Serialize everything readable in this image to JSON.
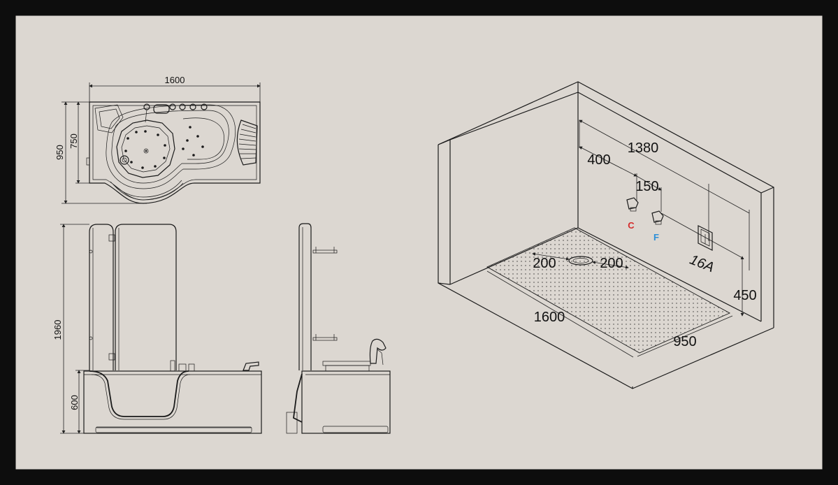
{
  "colors": {
    "paper": "#dcd7d1",
    "frame": "#0d0d0d",
    "ink": "#1a1a1a",
    "hot_label": "#d42b2b",
    "cold_label": "#2b8fd8"
  },
  "top_view": {
    "width_label": "1600",
    "depth_outer_label": "950",
    "depth_inner_label": "750"
  },
  "front_view": {
    "height_total_label": "1960",
    "height_tub_label": "600"
  },
  "iso_view": {
    "d_1380": "1380",
    "d_400": "400",
    "d_150": "150",
    "hot_label": "C",
    "cold_label": "F",
    "socket_label": "16A",
    "d_450": "450",
    "drain_left": "200",
    "drain_right": "200",
    "floor_length": "1600",
    "floor_depth": "950"
  }
}
